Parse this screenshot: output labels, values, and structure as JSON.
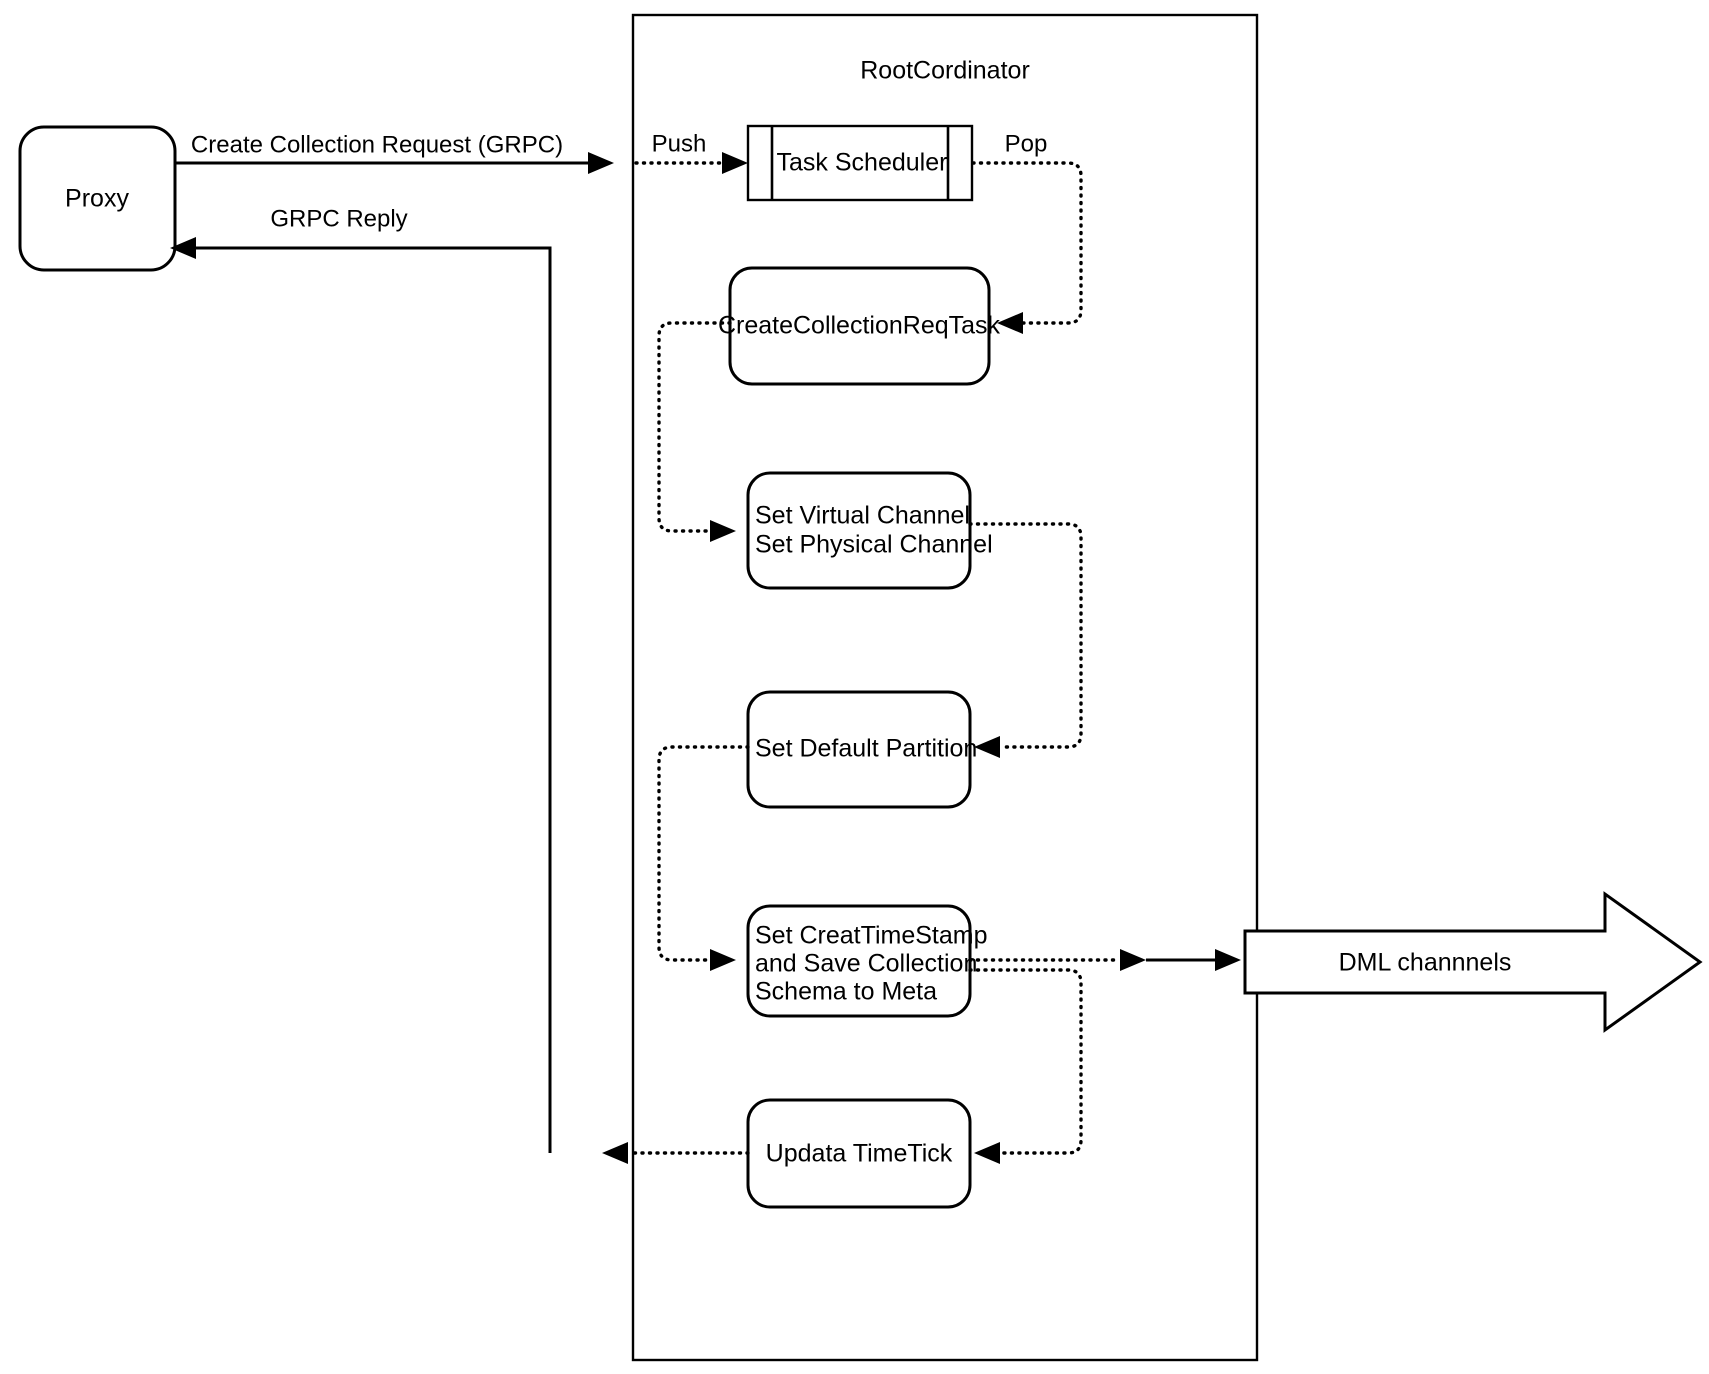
{
  "diagram": {
    "title_visible": "RootCordinator",
    "container": {
      "label": "RootCordinator",
      "name": "root-coordinator-container"
    },
    "external_nodes": [
      {
        "id": "proxy",
        "label": "Proxy",
        "shape": "rounded-rect"
      },
      {
        "id": "dml-channels",
        "label": "DML channnels",
        "shape": "block-arrow"
      }
    ],
    "nodes": [
      {
        "id": "task-scheduler",
        "label": "Task Scheduler",
        "shape": "queue"
      },
      {
        "id": "create-collection-req-task",
        "label": "CreateCollectionReqTask",
        "shape": "rounded-rect"
      },
      {
        "id": "set-channels",
        "label_line1": "Set Virtual Channel",
        "label_line2": "Set Physical Channel",
        "shape": "rounded-rect"
      },
      {
        "id": "set-default-partition",
        "label": "Set Default Partition",
        "shape": "rounded-rect"
      },
      {
        "id": "set-create-timestamp",
        "label_line1": "Set CreatTimeStamp",
        "label_line2": "and Save Collection",
        "label_line3": "Schema to Meta",
        "shape": "rounded-rect"
      },
      {
        "id": "update-timetick",
        "label": "Updata TimeTick",
        "shape": "rounded-rect"
      }
    ],
    "edges": [
      {
        "id": "proxy-to-rootcoord",
        "label": "Create Collection Request (GRPC)",
        "style": "solid"
      },
      {
        "id": "rootcoord-to-proxy",
        "label": "GRPC Reply",
        "style": "solid"
      },
      {
        "id": "push-to-scheduler",
        "label": "Push",
        "style": "dotted"
      },
      {
        "id": "pop-from-scheduler",
        "label": "Pop",
        "style": "dotted"
      },
      {
        "id": "task-to-set-channels",
        "label": "",
        "style": "dotted"
      },
      {
        "id": "set-channels-to-partition",
        "label": "",
        "style": "dotted"
      },
      {
        "id": "partition-to-timestamp",
        "label": "",
        "style": "dotted"
      },
      {
        "id": "timestamp-to-dml",
        "label": "",
        "style": "solid"
      },
      {
        "id": "timestamp-to-timetick",
        "label": "",
        "style": "dotted"
      },
      {
        "id": "timetick-to-reply",
        "label": "",
        "style": "dotted"
      }
    ],
    "colors": {
      "stroke": "#000000",
      "fill": "#ffffff",
      "background": "#ffffff"
    }
  }
}
